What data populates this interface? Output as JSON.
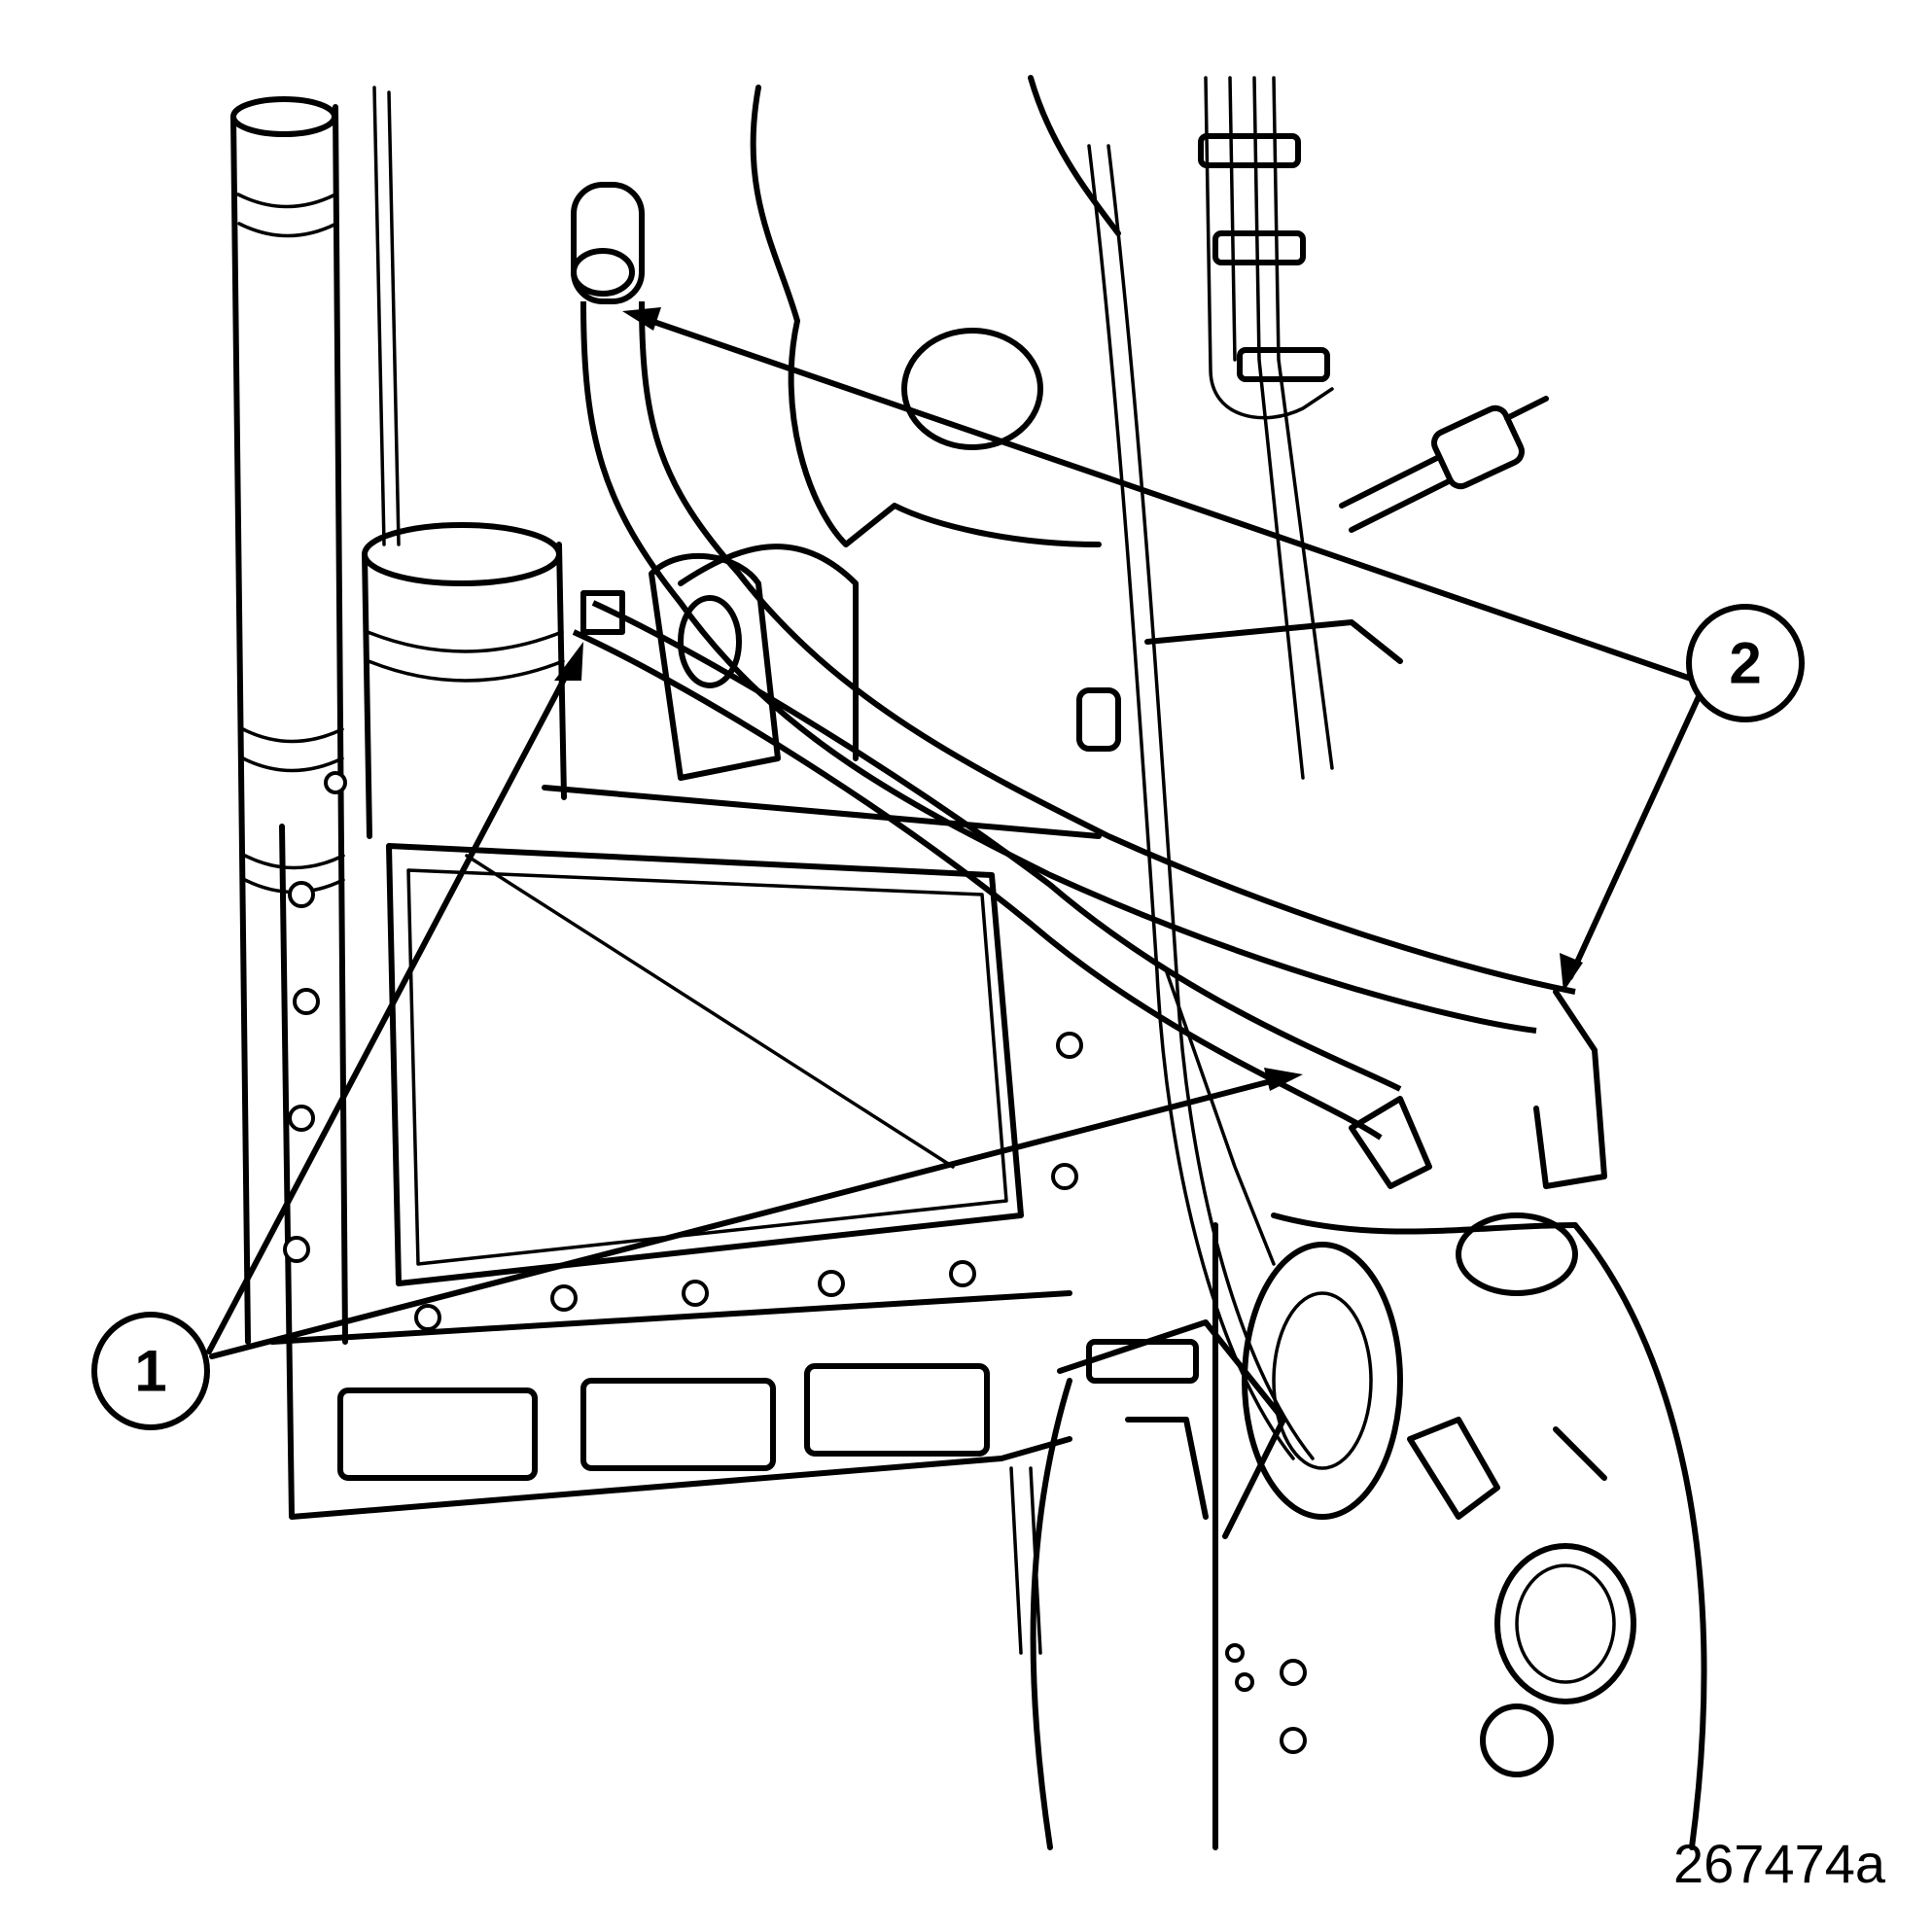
{
  "figure": {
    "id_label": "267474a"
  },
  "callouts": [
    {
      "number": "1"
    },
    {
      "number": "2"
    }
  ]
}
